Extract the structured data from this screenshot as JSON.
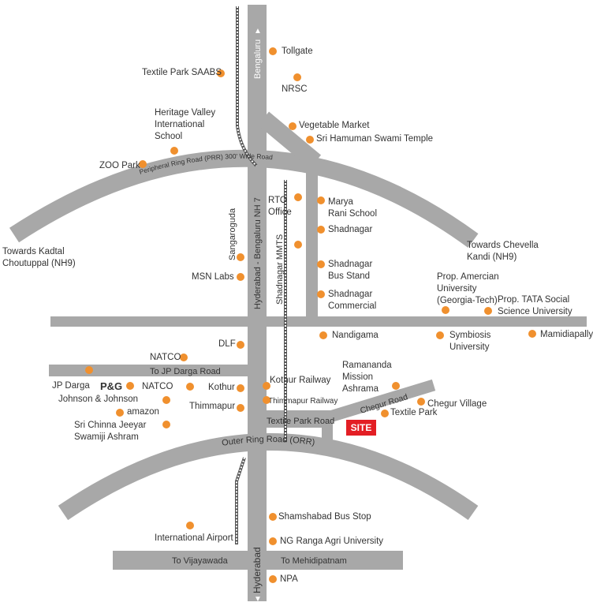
{
  "colors": {
    "road": "#A8A8A8",
    "poi_dot": "#F0902E",
    "site": "#E31E24",
    "label": "#333333",
    "road_text": "#333333"
  },
  "roads": {
    "prr": "Peripheral Ring Road (PRR) 300' Wide Road",
    "orr": "Outer Ring Road (ORR)",
    "nh7": "Hyderabad - Bengaluru NH 7",
    "mmts": "Shadnagar MMTS",
    "sangaroguda": "Sangaroguda",
    "bengaluru": "Bengaluru",
    "hyderabad": "Hyderabad",
    "jp_darga_road": "To JP Darga Road",
    "textile_park_road": "Textile Park Road",
    "chegur_road": "Chegur Road",
    "thimmapur_railway": "Thimmapur Railway",
    "to_vijayawada": "To Vijayawada",
    "to_mehidipatnam": "To Mehidipatnam"
  },
  "site_label": "SITE",
  "places": {
    "tollgate": "Tollgate",
    "nrsc": "NRSC",
    "textile_park_saabs": "Textile Park SAABS",
    "heritage_valley": "Heritage Valley\nInternational\nSchool",
    "vegetable_market": "Vegetable Market",
    "hanuman_temple": "Sri Hamuman Swami Temple",
    "zoo_park": "ZOO Park",
    "rto_office": "RTO\nOffice",
    "marya_rani": "Marya\nRani School",
    "shadnagar": "Shadnagar",
    "shadnagar_bus": "Shadnagar\nBus Stand",
    "shadnagar_commercial": "Shadnagar\nCommercial",
    "kadtal": "Towards Kadtal\nChoutuppal (NH9)",
    "chevella": "Towards Chevella\nKandi (NH9)",
    "msn_labs": "MSN Labs",
    "american_univ": "Prop. Amercian\nUniversity\n(Georgia-Tech)",
    "tata_univ": "Prop. TATA Social\nScience University",
    "dlf": "DLF",
    "nandigama": "Nandigama",
    "symbiosis": "Symbiosis\nUniversity",
    "mamidipally": "Mamidiapally",
    "natco_top": "NATCO",
    "ramananda": "Ramananda\nMission\nAshrama",
    "kothur_railway": "Kothur Railway",
    "jp_darga": "JP Darga",
    "pg": "P&G",
    "natco": "NATCO",
    "kothur": "Kothur",
    "johnson": "Johnson & Johnson",
    "amazon": "amazon",
    "chinna_jeeyar": "Sri Chinna Jeeyar\nSwamiji Ashram",
    "thimmapur": "Thimmapur",
    "chegur_village": "Chegur Village",
    "textile_park": "Textile Park",
    "shamshabad": "Shamshabad Bus Stop",
    "international_airport": "International Airport",
    "ng_ranga": "NG Ranga Agri University",
    "npa": "NPA"
  }
}
